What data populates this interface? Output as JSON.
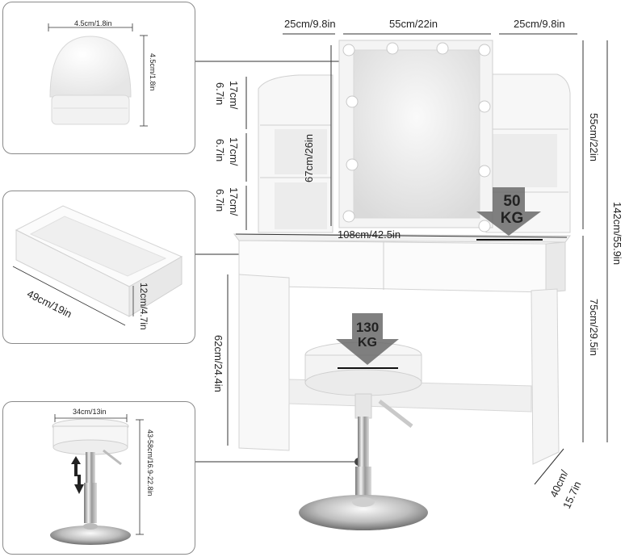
{
  "bulb": {
    "width": "4.5cm/1.8in",
    "height": "4.5cm/1.8in"
  },
  "drawer": {
    "length": "49cm/19in",
    "height": "12cm/4.7in"
  },
  "stool_detail": {
    "diameter": "34cm/13in",
    "height_range": "43-58cm/16.9-22.8in"
  },
  "table": {
    "side_left_width": "25cm/9.8in",
    "mirror_width": "55cm/22in",
    "side_right_width": "25cm/9.8in",
    "mirror_height": "67cm/26in",
    "shelf_heights": [
      {
        "line1": "17cm/",
        "line2": "6.7in"
      },
      {
        "line1": "17cm/",
        "line2": "6.7in"
      },
      {
        "line1": "17cm/",
        "line2": "6.7in"
      }
    ],
    "top_width": "108cm/42.5in",
    "upper_height": "55cm/22in",
    "total_height": "142cm/55.9in",
    "desk_height": "75cm/29.5in",
    "leg_height": "62cm/24.4in",
    "depth_line1": "40cm/",
    "depth_line2": "15.7in"
  },
  "loads": {
    "tabletop": {
      "value": "50",
      "unit": "KG"
    },
    "stool": {
      "value": "130",
      "unit": "KG"
    }
  }
}
